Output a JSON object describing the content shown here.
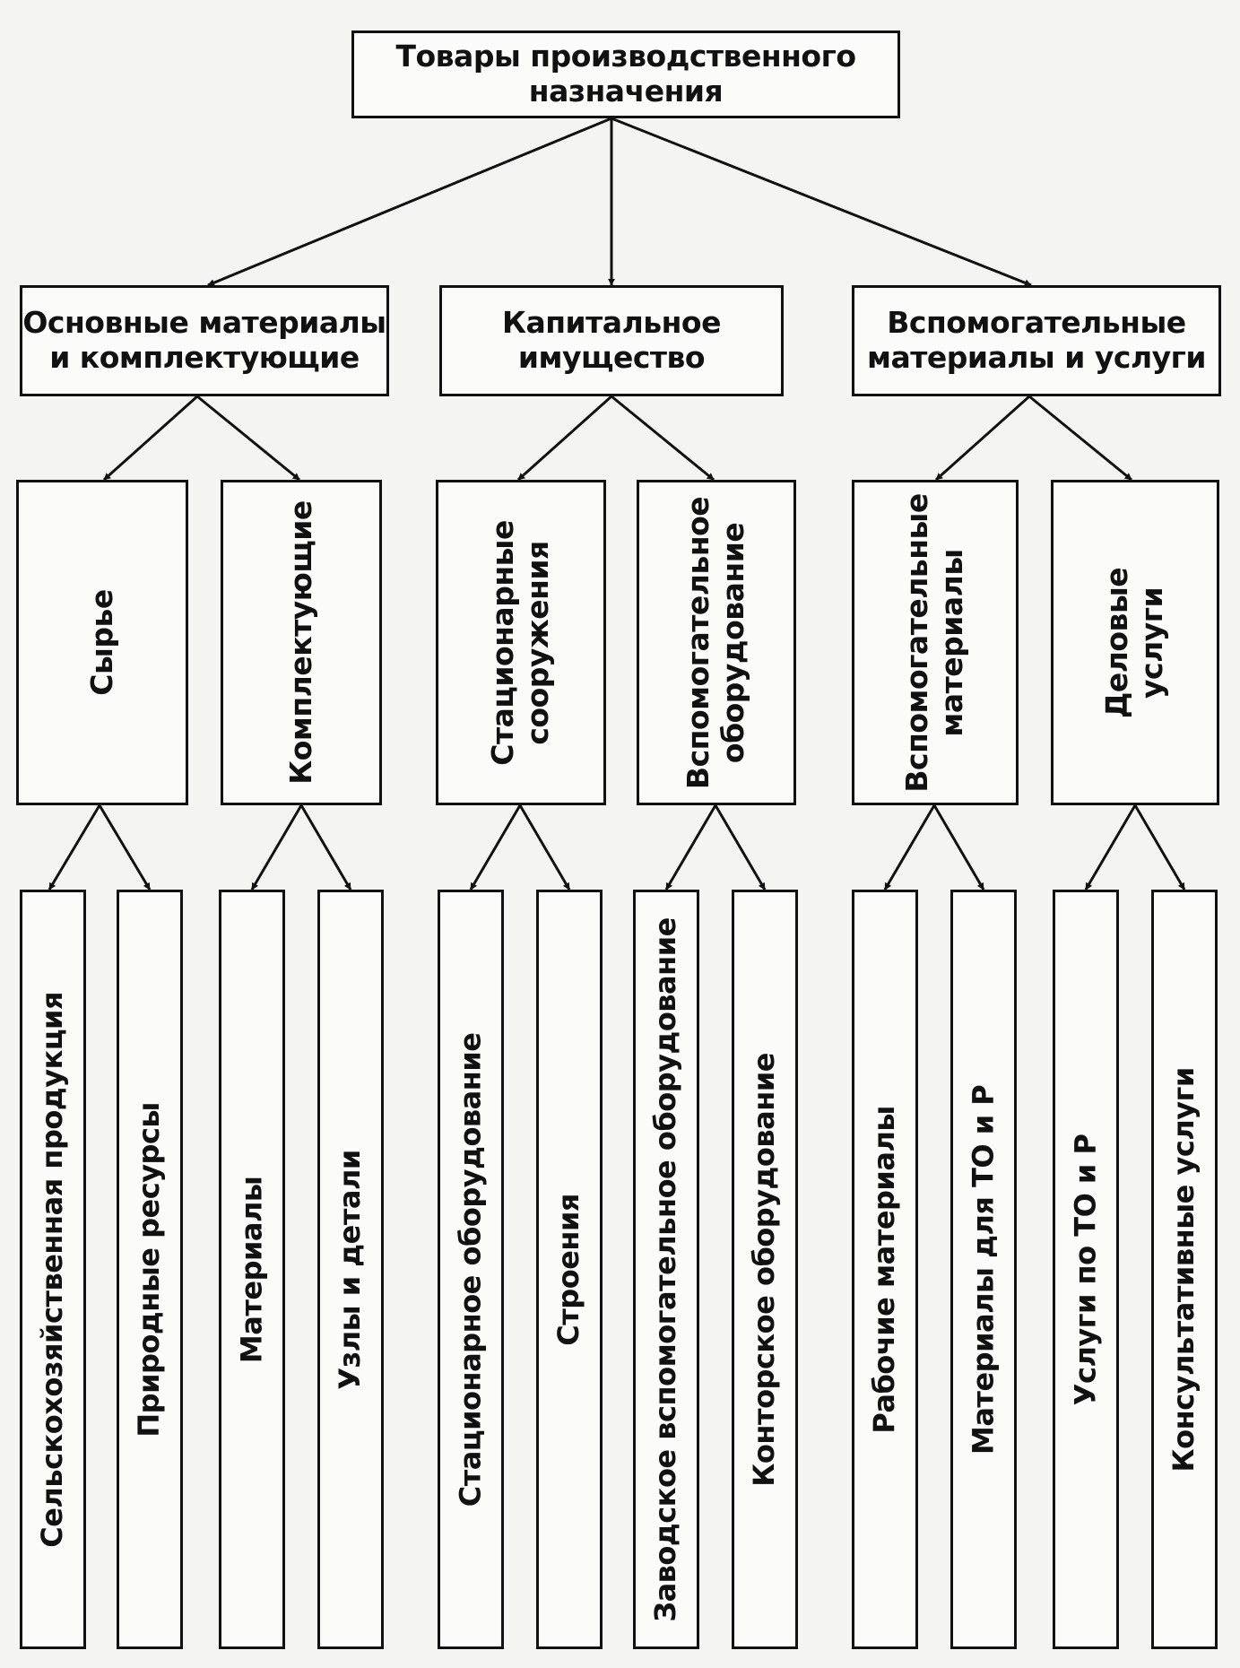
{
  "root": {
    "label_line1": "Товары производственного",
    "label_line2": "назначения"
  },
  "categories": [
    {
      "line1": "Основные материалы",
      "line2": "и комплектующие"
    },
    {
      "line1": "Капитальное",
      "line2": "имущество"
    },
    {
      "line1": "Вспомогательные",
      "line2": "материалы и услуги"
    }
  ],
  "subcategories": [
    {
      "line1": "Сырье",
      "line2": ""
    },
    {
      "line1": "Комплектующие",
      "line2": ""
    },
    {
      "line1": "Стационарные",
      "line2": "сооружения"
    },
    {
      "line1": "Вспомогательное",
      "line2": "оборудование"
    },
    {
      "line1": "Вспомогательные",
      "line2": "материалы"
    },
    {
      "line1": "Деловые",
      "line2": "услуги"
    }
  ],
  "items": [
    "Сельскохозяйственная продукция",
    "Природные ресурсы",
    "Материалы",
    "Узлы и детали",
    "Стационарное оборудование",
    "Строения",
    "Заводское вспомогательное оборудование",
    "Конторское оборудование",
    "Рабочие материалы",
    "Материалы для ТО и Р",
    "Услуги по ТО и Р",
    "Консультативные услуги"
  ]
}
